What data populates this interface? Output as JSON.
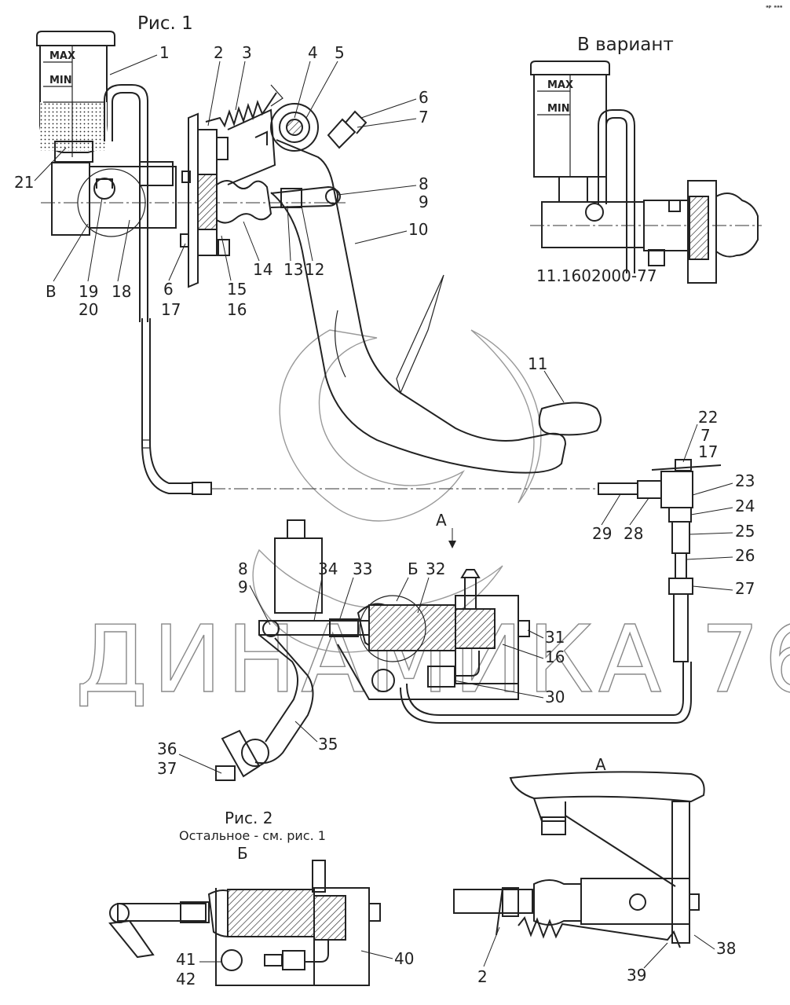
{
  "figure1": {
    "title": "Рис. 1",
    "variant_title": "В вариант",
    "variant_part_number": "11.1602000-77",
    "view_mark_A": "А",
    "view_mark_B": "Б",
    "view_mark_V": "В"
  },
  "figure2": {
    "title": "Рис. 2",
    "note": "Остальное - см. рис. 1",
    "section_mark": "Б"
  },
  "view_A": {
    "title": "А"
  },
  "reservoir": {
    "max": "MAX",
    "min": "MIN"
  },
  "watermark": "ДИНАМИКА 76",
  "corner_mark": "ᵃᵖ ᵃᵃᵃ",
  "labels": {
    "l1": "1",
    "l2": "2",
    "l3": "3",
    "l4": "4",
    "l5": "5",
    "l6a": "6",
    "l7a": "7",
    "l8a": "8",
    "l9a": "9",
    "l10": "10",
    "l11": "11",
    "l12": "12",
    "l13": "13",
    "l14": "14",
    "l15": "15",
    "l16a": "16",
    "l17a": "17",
    "l18": "18",
    "l19": "19",
    "l20": "20",
    "l21": "21",
    "l6b": "6",
    "l17b": "17",
    "l22": "22",
    "l7b": "7",
    "l17c": "17",
    "l23": "23",
    "l24": "24",
    "l25": "25",
    "l26": "26",
    "l27": "27",
    "l28": "28",
    "l29": "29",
    "l8b": "8",
    "l9b": "9",
    "l34": "34",
    "l33": "33",
    "l32": "32",
    "l31": "31",
    "l16b": "16",
    "l30": "30",
    "l35": "35",
    "l36": "36",
    "l37": "37",
    "l40": "40",
    "l41": "41",
    "l42": "42",
    "l2b": "2",
    "l38": "38",
    "l39": "39"
  }
}
